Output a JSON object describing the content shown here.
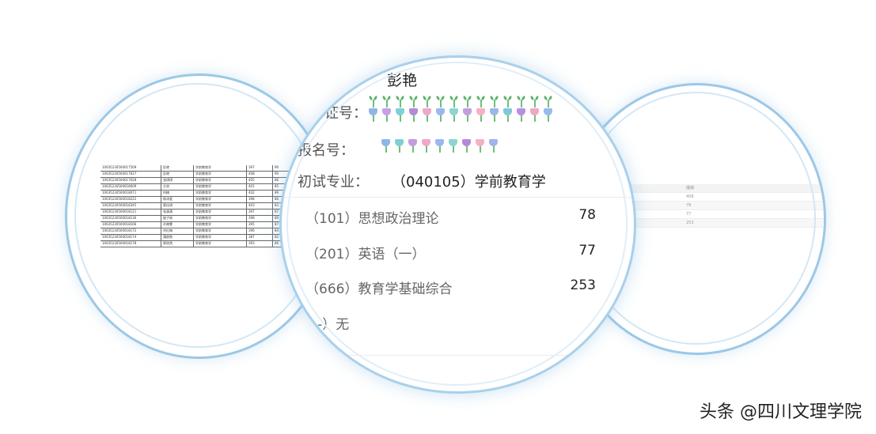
{
  "main": {
    "name": "彭艳",
    "id_label": "考证号：",
    "reg_label": "报名号：",
    "major_label": "初试专业：",
    "major_value": "（040105）学前教育学",
    "subjects": [
      {
        "name": "（101）思想政治理论",
        "score": "78"
      },
      {
        "name": "（201）英语（一）",
        "score": "77"
      },
      {
        "name": "（666）教育学基础综合",
        "score": "253"
      },
      {
        "name": "（--）无",
        "score": ""
      }
    ]
  },
  "left_table": {
    "rows": [
      [
        "10635230500017509",
        "彭艳",
        "学前教育学",
        "397",
        "90"
      ],
      [
        "10635230500017627",
        "彭艳",
        "学前教育学",
        "408",
        "90"
      ],
      [
        "10635230500017628",
        "张琪琪",
        "学前教育学",
        "405",
        "86"
      ],
      [
        "10635230500018009",
        "方池",
        "学前教育学",
        "401",
        "85"
      ],
      [
        "10635230500018071",
        "何楠",
        "学前教育学",
        "402",
        "89"
      ],
      [
        "10635230500018222",
        "杨沐夏",
        "学前教育学",
        "398",
        "86"
      ],
      [
        "10635230500018345",
        "蔡佳琪",
        "学前教育学",
        "403",
        "83"
      ],
      [
        "10635230500018121",
        "张潇潇",
        "学前教育学",
        "397",
        "87"
      ],
      [
        "10635230500018136",
        "殷子瑶",
        "学前教育学",
        "398",
        "89"
      ],
      [
        "10635230500018166",
        "孙晓慧",
        "学前教育学",
        "395",
        "87"
      ],
      [
        "10635230500018172",
        "刘红梅",
        "学前教育学",
        "396",
        "84"
      ],
      [
        "10635230500018174",
        "蒲俊焦",
        "学前教育学",
        "387",
        "82"
      ],
      [
        "10635230500018178",
        "郭欣然",
        "学前教育学",
        "393",
        "86"
      ]
    ]
  },
  "right_table": {
    "header": "成绩",
    "values": [
      "408",
      "78",
      "77",
      "253"
    ]
  },
  "watermark": "头条 @四川文理学院",
  "colors": {
    "ring": "#a8d0ec",
    "text": "#222222",
    "muted": "#666666"
  }
}
